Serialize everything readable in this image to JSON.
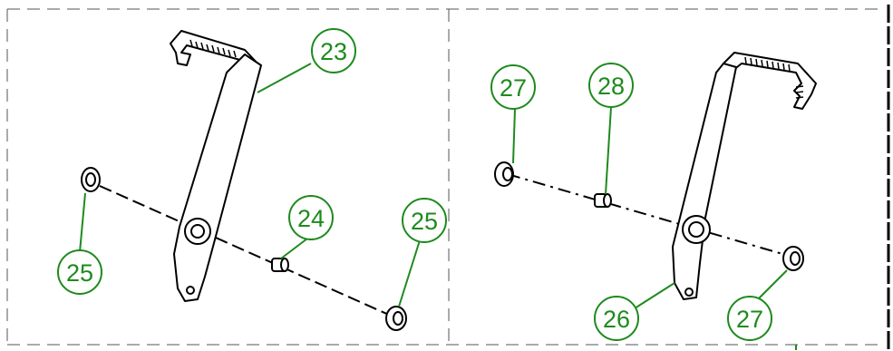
{
  "diagram": {
    "panels": [
      {
        "id": "left",
        "callouts": [
          {
            "key": "c23",
            "label": "23"
          },
          {
            "key": "c24",
            "label": "24"
          },
          {
            "key": "c25a",
            "label": "25"
          },
          {
            "key": "c25b",
            "label": "25"
          }
        ]
      },
      {
        "id": "right",
        "callouts": [
          {
            "key": "c27a",
            "label": "27"
          },
          {
            "key": "c28",
            "label": "28"
          },
          {
            "key": "c26",
            "label": "26"
          },
          {
            "key": "c27b",
            "label": "27"
          }
        ]
      }
    ],
    "colors": {
      "callout": "#1e8a1e",
      "linework": "#000000",
      "border": "#555555",
      "background": "#ffffff"
    }
  }
}
